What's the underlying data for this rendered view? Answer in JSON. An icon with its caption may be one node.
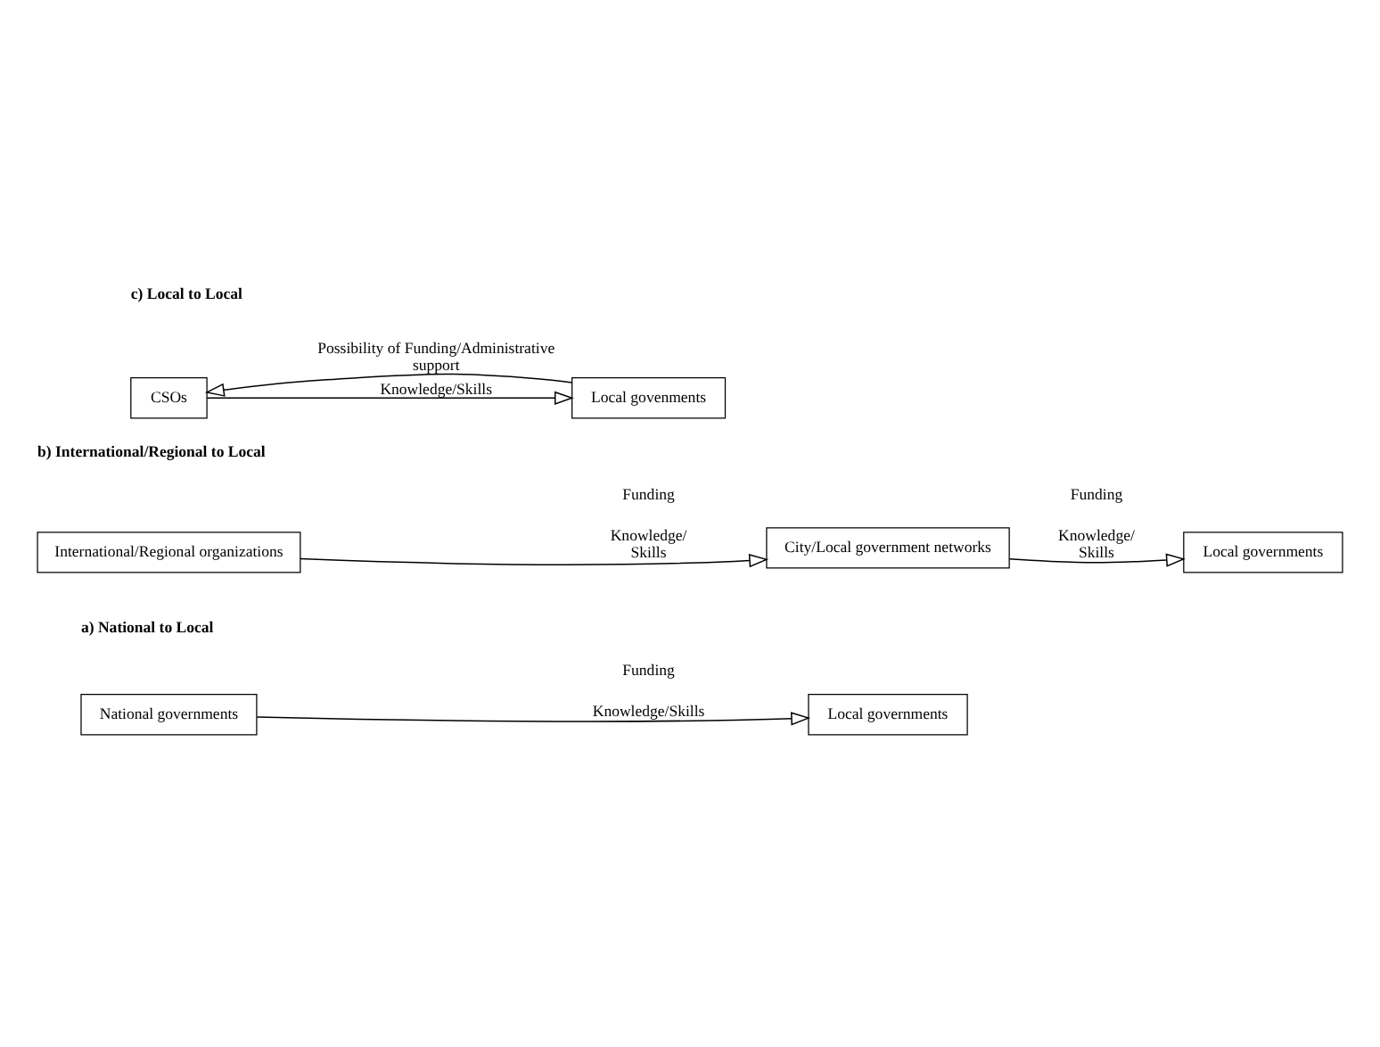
{
  "diagram": {
    "nodes": [
      {
        "text": [
          "National governments"
        ]
      },
      {
        "text": [
          "Local governments"
        ]
      },
      {
        "text": [
          "International/Regional organizations"
        ]
      },
      {
        "text": [
          "City/Local government networks"
        ]
      },
      {
        "text": [
          "Local governments"
        ]
      },
      {
        "text": [
          "CSOs"
        ]
      },
      {
        "text": [
          "Local govenments"
        ]
      }
    ],
    "edges": [
      {
        "from": 0,
        "to": 1,
        "arrow": "to",
        "label": "Knowledge/Skills"
      },
      {
        "from": 2,
        "to": 3,
        "arrow": "to",
        "label": "Knowledge/ Skills"
      },
      {
        "from": 3,
        "to": 4,
        "arrow": "to",
        "label": "Knowledge/ Skills"
      },
      {
        "from": 5,
        "to": 6,
        "arrow": "to",
        "label": "Knowledge/Skills"
      },
      {
        "from": 6,
        "to": 5,
        "arrow": "to",
        "label": "Possibility of Funding/Administrative support"
      }
    ],
    "labels": [
      "a) National to Local",
      "Funding",
      "b) International/Regional to Local",
      "Funding",
      "Funding",
      "c) Local to Local"
    ]
  }
}
